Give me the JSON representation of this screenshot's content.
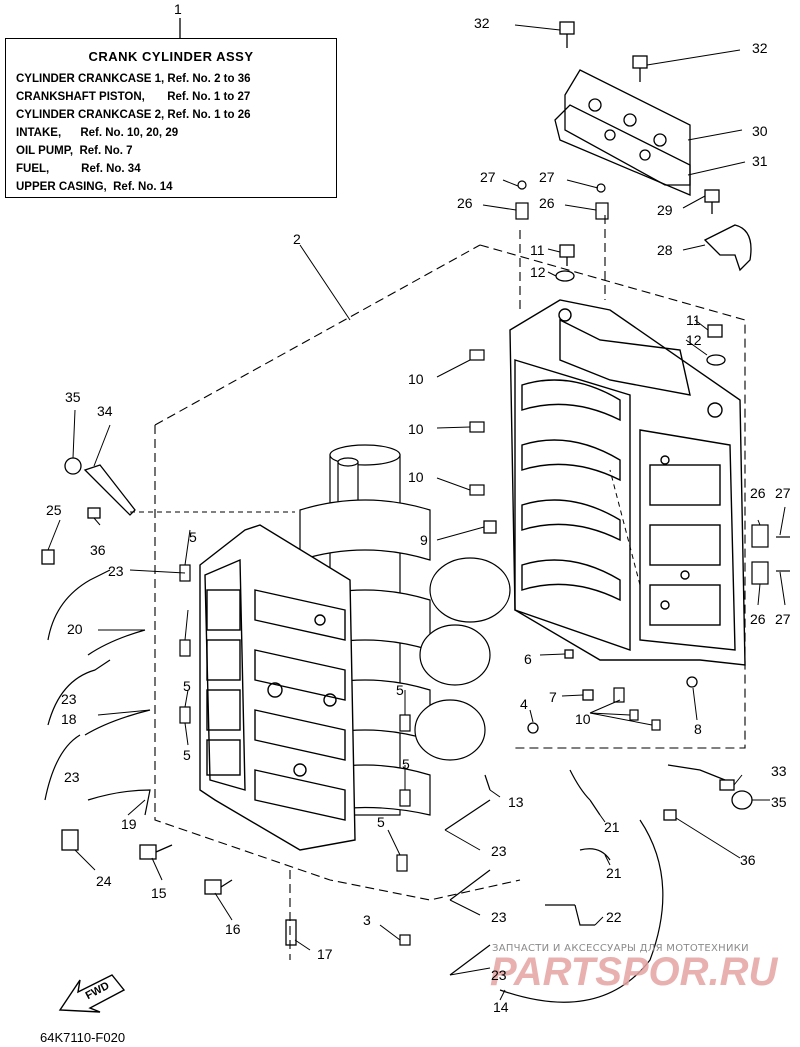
{
  "legend": {
    "callout": "1",
    "title": "CRANK CYLINDER ASSY",
    "lines": [
      "CYLINDER CRANKCASE 1, Ref. No. 2 to 36",
      "CRANKSHAFT PISTON,       Ref. No. 1 to 27",
      "CYLINDER CRANKCASE 2, Ref. No. 1 to 26",
      "INTAKE,      Ref. No. 10, 20, 29",
      "OIL PUMP,  Ref. No. 7",
      "FUEL,          Ref. No. 34",
      "UPPER CASING,  Ref. No. 14"
    ]
  },
  "callouts": {
    "c1": "1",
    "c2": "2",
    "c3": "3",
    "c4": "4",
    "c5a": "5",
    "c5b": "5",
    "c5c": "5",
    "c5d": "5",
    "c5e": "5",
    "c5f": "5",
    "c6": "6",
    "c7": "7",
    "c8": "8",
    "c9": "9",
    "c10a": "10",
    "c10b": "10",
    "c10c": "10",
    "c10d": "10",
    "c11a": "11",
    "c11b": "11",
    "c12a": "12",
    "c12b": "12",
    "c13": "13",
    "c14": "14",
    "c15": "15",
    "c16": "16",
    "c17": "17",
    "c18": "18",
    "c19": "19",
    "c20": "20",
    "c21a": "21",
    "c21b": "21",
    "c22": "22",
    "c23a": "23",
    "c23b": "23",
    "c23c": "23",
    "c23d": "23",
    "c23e": "23",
    "c23f": "23",
    "c24": "24",
    "c25": "25",
    "c26a": "26",
    "c26b": "26",
    "c26c": "26",
    "c26d": "26",
    "c27a": "27",
    "c27b": "27",
    "c27c": "27",
    "c27d": "27",
    "c28": "28",
    "c29": "29",
    "c30": "30",
    "c31": "31",
    "c32a": "32",
    "c32b": "32",
    "c33": "33",
    "c34": "34",
    "c35a": "35",
    "c35b": "35",
    "c36a": "36",
    "c36b": "36"
  },
  "fwd_label": "FWD",
  "diagram_code": "64K7110-F020",
  "watermark": {
    "tagline": "ЗАПЧАСТИ И АКСЕССУАРЫ ДЛЯ МОТОТЕХНИКИ",
    "logo_text": "PARTSPOR.RU"
  }
}
